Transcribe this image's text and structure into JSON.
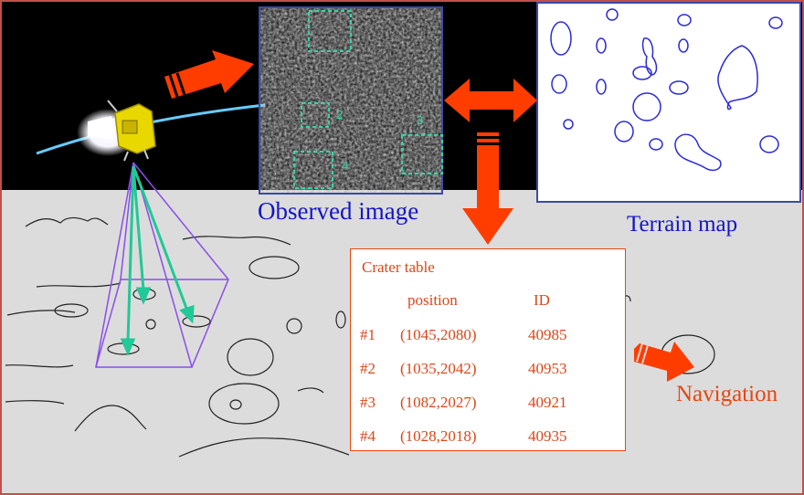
{
  "labels": {
    "observed_image": "Observed image",
    "terrain_map": "Terrain map",
    "navigation": "Navigation"
  },
  "crater_marks": [
    "2",
    "3",
    "4"
  ],
  "crater_table": {
    "title": "Crater table",
    "headers": {
      "position": "position",
      "id": "ID"
    },
    "rows": [
      {
        "num": "#1",
        "position": "(1045,2080)",
        "id": "40985"
      },
      {
        "num": "#2",
        "position": "(1035,2042)",
        "id": "40953"
      },
      {
        "num": "#3",
        "position": "(1082,2027)",
        "id": "40921"
      },
      {
        "num": "#4",
        "position": "(1028,2018)",
        "id": "40935"
      }
    ]
  },
  "colors": {
    "arrow": "#ff3d00",
    "label_blue": "#1515c8",
    "label_orange": "#e8460e",
    "crater_box": "#33d6a6",
    "ground": "#dcdcdc",
    "sky": "#000000",
    "frame": "#c0504d"
  }
}
